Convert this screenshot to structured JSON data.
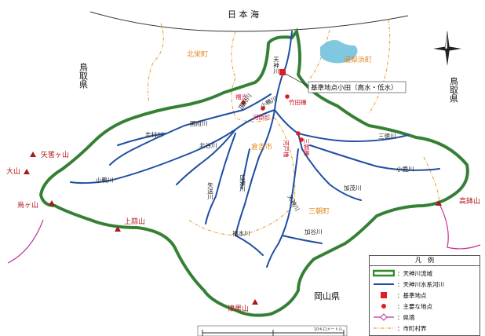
{
  "sea": {
    "label": "日 本 海"
  },
  "callout": {
    "label": "基準地点小田（高水・低水）"
  },
  "prefectures": {
    "tottori_left": "鳥取県",
    "tottori_right": "鳥取県",
    "okayama": "岡山県"
  },
  "towns": {
    "hokuei": "北栄町",
    "yurihama": "湯梨浜町",
    "kurayoshi": "倉吉市",
    "misasa": "三朝町"
  },
  "lake_label": "",
  "rivers": {
    "tenjin_main": "天神川",
    "tenjin_upper": "天神川",
    "kokufu": "国府川",
    "kokufu2": "国府川",
    "ogamo": "小鴨川",
    "ogamo2": "小鴨川",
    "shimura": "志村川",
    "kitatani": "北谷川",
    "hirose": "広瀬川",
    "yabase": "矢送川",
    "mitoku": "三徳川",
    "koshika": "小鹿川",
    "kamo": "加茂川",
    "kayadani": "加谷川",
    "fukumoto": "福本川"
  },
  "points": {
    "fukumitsu": "福光",
    "kawaramachi": "河原町",
    "takeda": "竹田橋",
    "kawado": "河戸橋",
    "mitsu": "三朝橋"
  },
  "mountains": {
    "yahazugasen": "矢筈ヶ山",
    "daisen": "大山",
    "karasugasen": "烏ヶ山",
    "kamihiruzen": "上蒜山",
    "tsuguroyama": "津黒山",
    "koubachisen": "高鉢山"
  },
  "scale_label": "10キロメートル",
  "legend": {
    "title": "凡　例",
    "items": [
      {
        "label": "：天神川流域",
        "symbol": "basin-line"
      },
      {
        "label": "：天神川水系河川",
        "symbol": "river-line"
      },
      {
        "label": "：基準地点",
        "symbol": "red-square"
      },
      {
        "label": "：主要な地点",
        "symbol": "red-dot"
      },
      {
        "label": "：県境",
        "symbol": "pref-border"
      },
      {
        "label": "：市町村界",
        "symbol": "municipal-border"
      }
    ]
  },
  "colors": {
    "basin": "#2e8b2e",
    "river": "#1f4ea3",
    "point": "#e01b24",
    "pref_border": "#c0339a",
    "municipal": "#e9a23b",
    "lake": "#7fc8e0",
    "mountain": "#a31b1b"
  }
}
